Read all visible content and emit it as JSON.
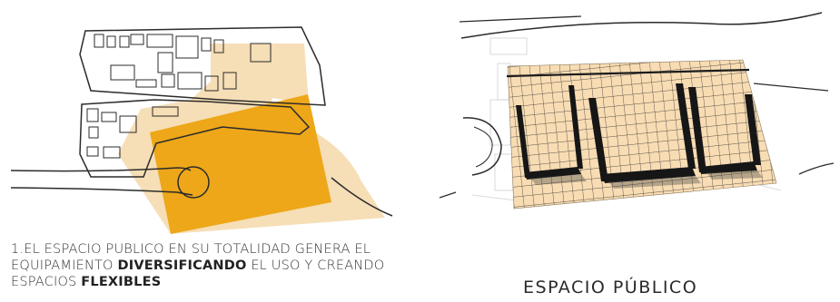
{
  "caption": {
    "line1": "1.EL ESPACIO PUBLICO EN SU TOTALIDAD GENERA EL",
    "line2_prefix": "EQUIPAMIENTO ",
    "line2_bold": "DIVERSIFICANDO",
    "line2_suffix": " EL USO Y CREANDO",
    "line3_prefix": "ESPACIOS ",
    "line3_bold": "FLEXIBLES"
  },
  "title": "ESPACIO PÚBLICO",
  "colors": {
    "beige": "#f6deb6",
    "orange": "#eda719",
    "outline": "#2b2b2b",
    "grid_fill": "#f8dcb3",
    "grid_line": "#2a2a2a"
  }
}
